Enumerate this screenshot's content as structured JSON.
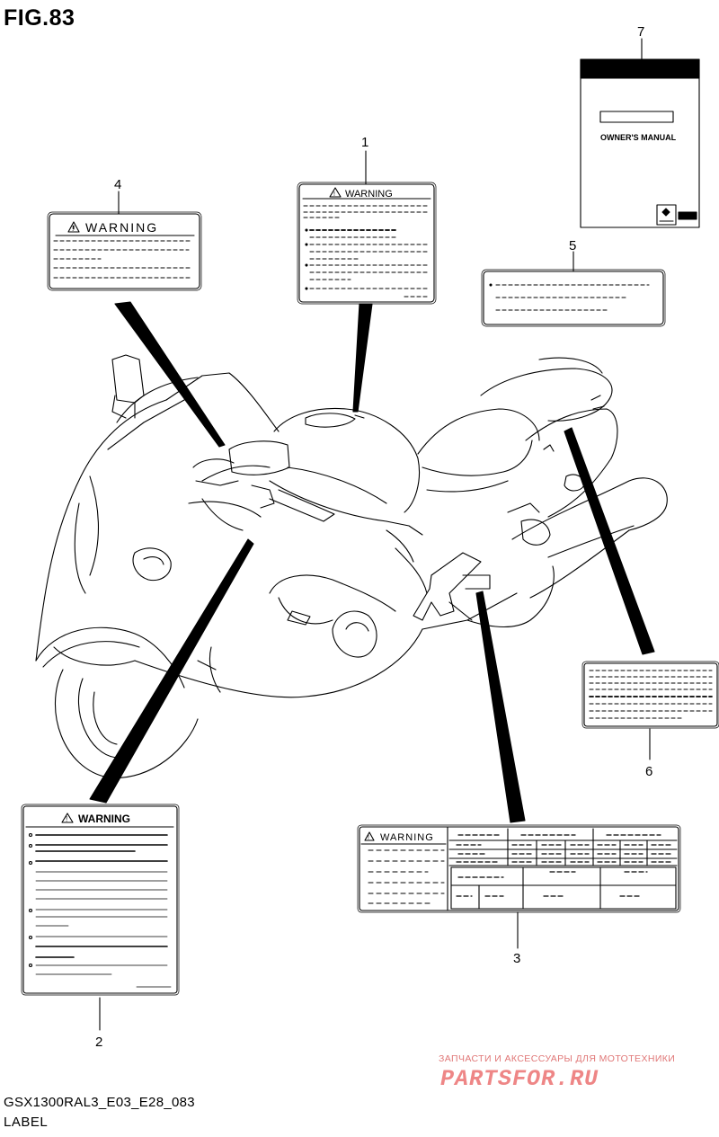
{
  "figure": {
    "title": "FIG.83",
    "model_code": "GSX1300RAL3_E03_E28_083",
    "section_label": "LABEL"
  },
  "callouts": [
    "1",
    "2",
    "3",
    "4",
    "5",
    "6",
    "7"
  ],
  "labels": {
    "warning_1": "WARNING",
    "warning_2": "WARNING",
    "warning_3": "WARNING",
    "warning_4": "WARNING",
    "manual_title": "OWNER'S MANUAL"
  },
  "watermark": {
    "tagline": "ЗАПЧАСТИ И АКСЕССУАРЫ ДЛЯ МОТОТЕХНИКИ",
    "brand": "PARTSFOR.RU"
  },
  "colors": {
    "line": "#000000",
    "watermark": "#e07777"
  }
}
